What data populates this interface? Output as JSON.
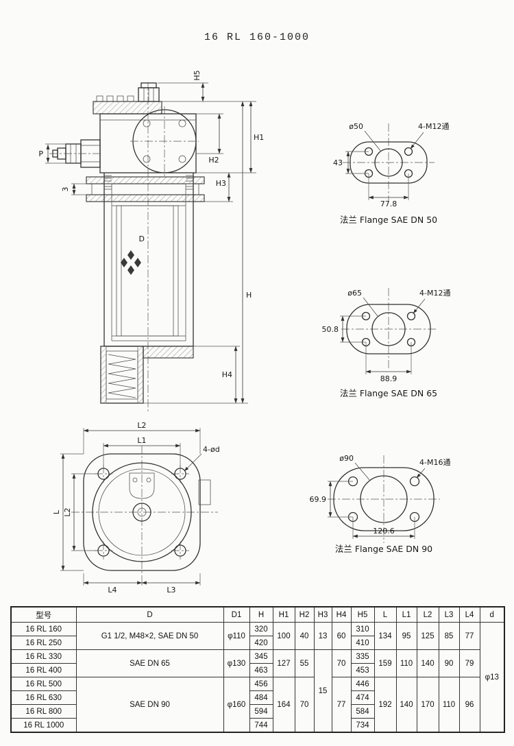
{
  "title": "16 RL 160-1000",
  "main_view": {
    "h5": "H5",
    "h1": "H1",
    "h2": "H2",
    "h3": "H3",
    "h": "H",
    "h4": "H4",
    "d": "D",
    "p": "P",
    "gap": "3"
  },
  "bottom_view": {
    "l2_top": "L2",
    "l1": "L1",
    "l_left": "L",
    "l2_left": "L2",
    "l4": "L4",
    "l3": "L3",
    "holes": "4-ød"
  },
  "flanges": [
    {
      "bore": "ø50",
      "bolts": "4-M12通",
      "vdim": "43",
      "hdim": "77.8",
      "caption": "法兰 Flange SAE DN 50"
    },
    {
      "bore": "ø65",
      "bolts": "4-M12通",
      "vdim": "50.8",
      "hdim": "88.9",
      "caption": "法兰 Flange SAE DN 65"
    },
    {
      "bore": "ø90",
      "bolts": "4-M16通",
      "vdim": "69.9",
      "hdim": "120.6",
      "caption": "法兰 Flange SAE DN 90"
    }
  ],
  "table": {
    "headers": {
      "model": "型号",
      "D": "D",
      "D1": "D1",
      "H": "H",
      "H1": "H1",
      "H2": "H2",
      "H3": "H3",
      "H4": "H4",
      "H5": "H5",
      "L": "L",
      "L1": "L1",
      "L2": "L2",
      "L3": "L3",
      "L4": "L4",
      "d": "d"
    },
    "rows": [
      {
        "model": "16 RL 160",
        "H": "320",
        "H5": "310"
      },
      {
        "model": "16 RL 250",
        "H": "420",
        "H5": "410"
      },
      {
        "model": "16 RL 330",
        "H": "345",
        "H5": "335"
      },
      {
        "model": "16 RL 400",
        "H": "463",
        "H5": "453"
      },
      {
        "model": "16 RL 500",
        "H": "456",
        "H5": "446"
      },
      {
        "model": "16 RL 630",
        "H": "484",
        "H5": "474"
      },
      {
        "model": "16 RL 800",
        "H": "594",
        "H5": "584"
      },
      {
        "model": "16 RL 1000",
        "H": "744",
        "H5": "734"
      }
    ],
    "groups": {
      "g1": {
        "D": "G1 1/2, M48×2, SAE DN 50",
        "D1": "φ110",
        "H1": "100",
        "H2": "40",
        "H3": "13",
        "H4": "60",
        "L": "134",
        "L1": "95",
        "L2": "125",
        "L3": "85",
        "L4": "77"
      },
      "g2": {
        "D": "SAE DN 65",
        "D1": "φ130",
        "H1": "127",
        "H2": "55",
        "H4": "70",
        "L": "159",
        "L1": "110",
        "L2": "140",
        "L3": "90",
        "L4": "79"
      },
      "g3": {
        "D": "SAE DN 90",
        "D1": "φ160",
        "H1": "164",
        "H2": "70",
        "H4": "77",
        "L": "192",
        "L1": "140",
        "L2": "170",
        "L3": "110",
        "L4": "96"
      },
      "h3_mid": "15",
      "d_all": "φ13"
    }
  }
}
